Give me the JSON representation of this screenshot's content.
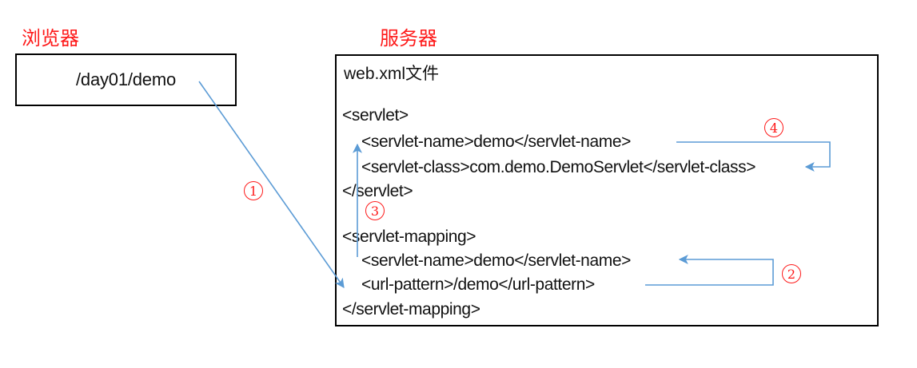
{
  "colors": {
    "label_red": "#fe1a1a",
    "arrow_blue": "#5b9bd5",
    "box_border": "#000000",
    "text_dark": "#111111"
  },
  "browser": {
    "label": "浏览器",
    "request_url": "/day01/demo"
  },
  "server": {
    "label": "服务器",
    "file_title": "web.xml文件",
    "xml_lines": [
      {
        "text": "<servlet>"
      },
      {
        "text": "<servlet-name>demo</servlet-name>"
      },
      {
        "text": "<servlet-class>com.demo.DemoServlet</servlet-class>"
      },
      {
        "text": "</servlet>"
      },
      {
        "text": "<servlet-mapping>"
      },
      {
        "text": "<servlet-name>demo</servlet-name>"
      },
      {
        "text": "<url-pattern>/demo</url-pattern>"
      },
      {
        "text": "</servlet-mapping>"
      }
    ]
  },
  "steps": {
    "s1": "1",
    "s2": "2",
    "s3": "3",
    "s4": "4"
  }
}
